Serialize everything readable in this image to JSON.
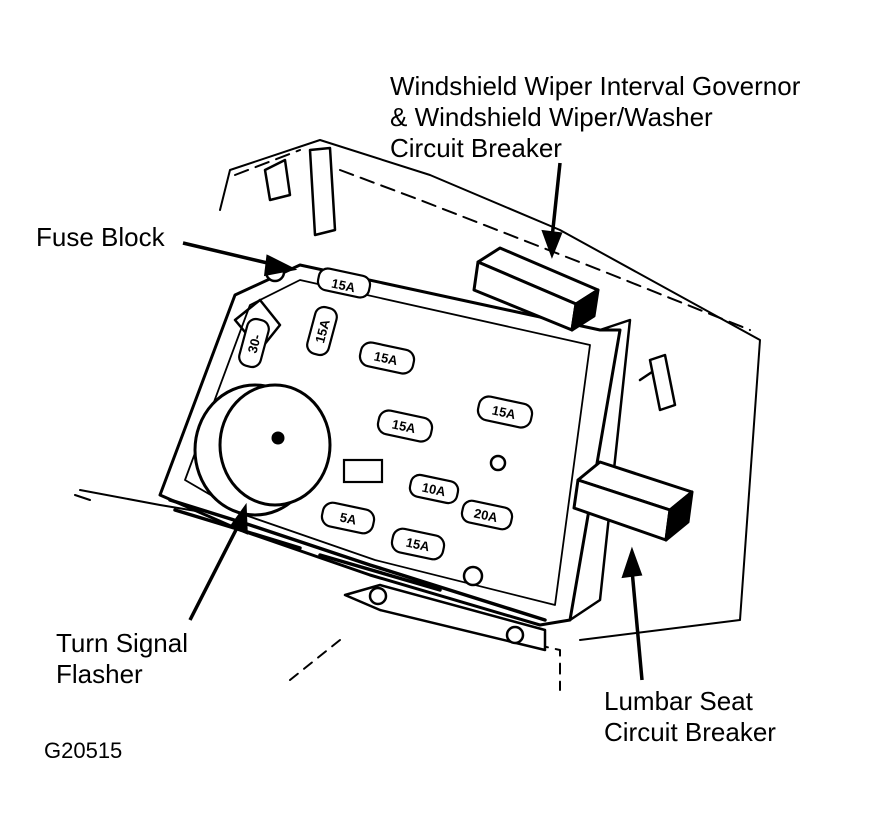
{
  "labels": {
    "wiper_line1": "Windshield Wiper Interval Governor",
    "wiper_line2": "& Windshield Wiper/Washer",
    "wiper_line3": "Circuit Breaker",
    "fuse_block": "Fuse Block",
    "turn_line1": "Turn Signal",
    "turn_line2": "Flasher",
    "lumbar_line1": "Lumbar Seat",
    "lumbar_line2": "Circuit Breaker"
  },
  "figure_id": "G20515",
  "fuses": [
    "15A",
    "15A",
    "30-",
    "15A",
    "15A",
    "15A",
    "10A",
    "20A",
    "5A",
    "15A"
  ]
}
